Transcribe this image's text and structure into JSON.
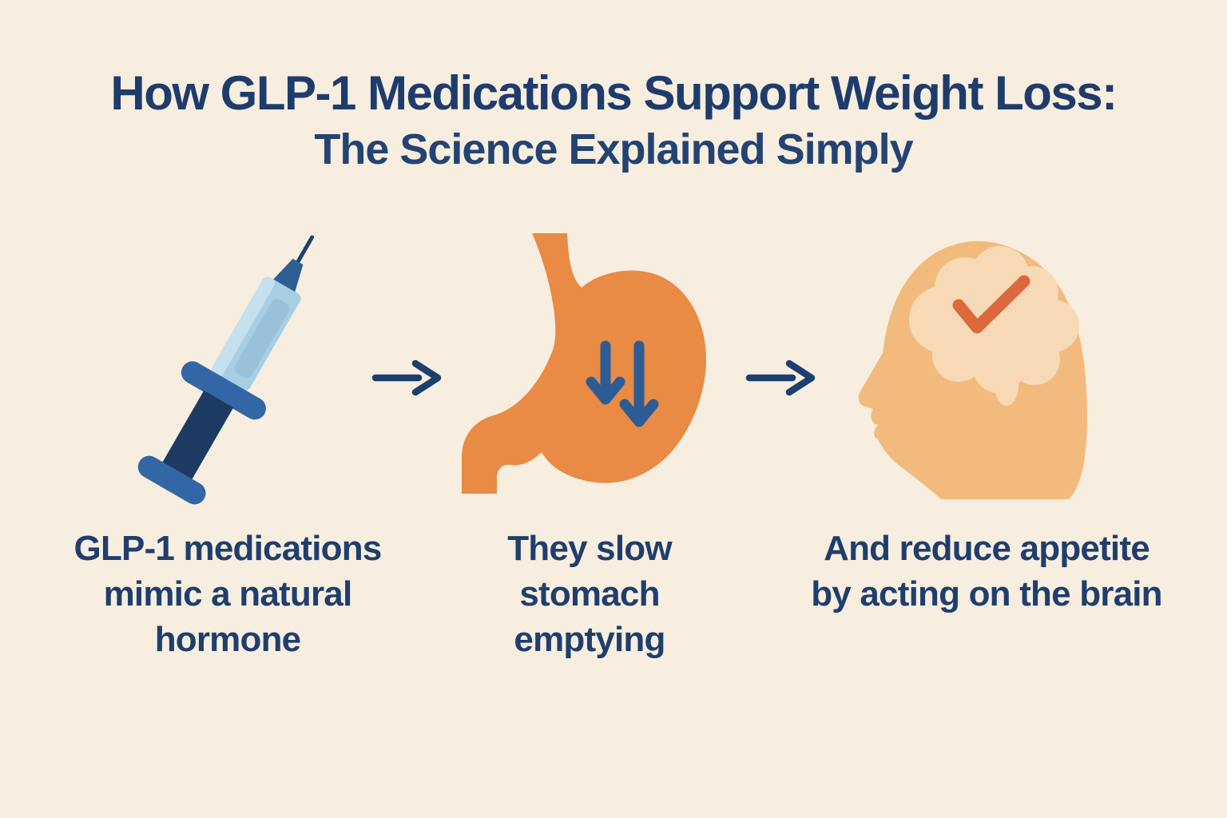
{
  "title": {
    "line1": "How GLP-1 Medications Support Weight Loss:",
    "line2": "The Science Explained Simply"
  },
  "steps": [
    {
      "icon": "syringe-icon",
      "caption": "GLP-1 medications mimic a natural hormone",
      "caption_lines": [
        "GLP-1 medications",
        "mimic a natural",
        "hormone"
      ]
    },
    {
      "icon": "stomach-slow-emptying-icon",
      "caption": "They slow stomach emptying",
      "caption_lines": [
        "They slow",
        "stomach",
        "emptying"
      ]
    },
    {
      "icon": "head-brain-check-icon",
      "caption": "And reduce appetite by acting on the brain",
      "caption_lines": [
        "And reduce appetite",
        "by acting on the brain"
      ]
    }
  ],
  "colors": {
    "background_cream": "#f7eee0",
    "text_navy": "#1f3e6d",
    "flow_arrow_navy": "#1d3f6e",
    "stomach_orange": "#e98a45",
    "stomach_arrow_blue": "#2d5c94",
    "head_skin_orange": "#f2bb7d",
    "brain_peach": "#f8d9b5",
    "checkmark_orange": "#dc683c",
    "syringe_barrel_blue": "#a8cee4",
    "syringe_barrel_highlight": "#c5e0ef",
    "syringe_dark_navy": "#1d3a63",
    "syringe_mid_blue": "#3366a4"
  }
}
